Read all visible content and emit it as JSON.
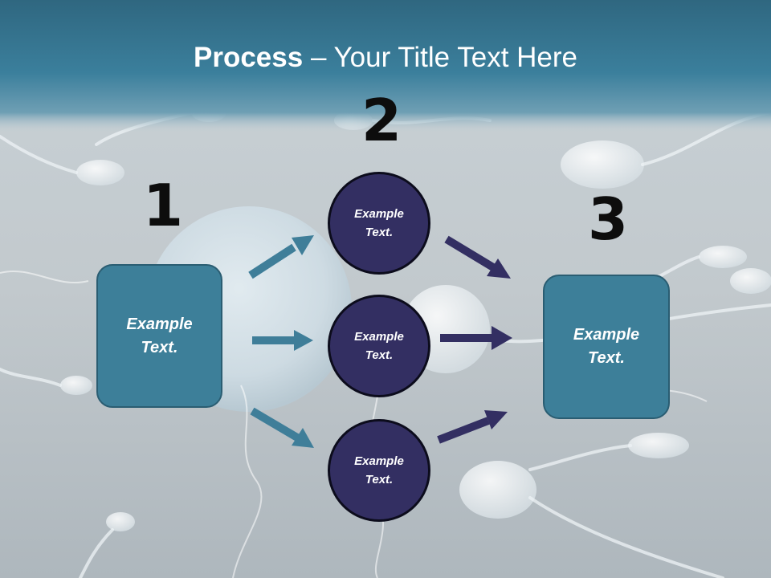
{
  "slide": {
    "title_bold": "Process",
    "title_rest": " – Your Title Text Here"
  },
  "steps": {
    "one": "1",
    "two": "2",
    "three": "3"
  },
  "nodes": {
    "left_box": "Example\nText.",
    "circle_top": "Example\nText.",
    "circle_mid": "Example\nText.",
    "circle_bottom": "Example\nText.",
    "right_box": "Example\nText."
  },
  "colors": {
    "box_fill": "#3d7f99",
    "circle_fill": "#332f62",
    "arrow_teal": "#3f7e99",
    "arrow_navy": "#332f62",
    "header_band": "#3c7f9c"
  }
}
